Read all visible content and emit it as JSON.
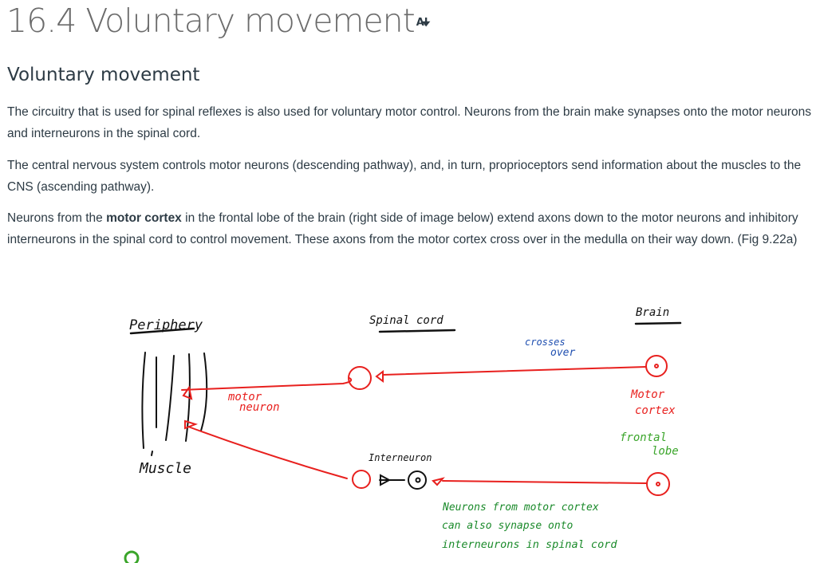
{
  "page_title": "16.4 Voluntary movement",
  "title_icon": "text-size-icon",
  "section_heading": "Voluntary movement",
  "paragraphs": {
    "p1": "The circuitry that is used for spinal reflexes is also used for voluntary motor control. Neurons from the brain make synapses onto the motor neurons and interneurons in the spinal cord.",
    "p2": "The central nervous system controls motor neurons (descending pathway), and, in turn, proprioceptors send information about the muscles to the CNS (ascending pathway).",
    "p3_pre": "Neurons from the ",
    "p3_bold": "motor cortex",
    "p3_post": " in the frontal lobe of the brain (right side of image below) extend axons down to the motor neurons and inhibitory interneurons in the spinal cord to control movement. These axons from the motor cortex cross over in the medulla on their way down. (Fig 9.22a)"
  },
  "diagram": {
    "periphery": "Periphery",
    "spinal_cord": "Spinal cord",
    "brain": "Brain",
    "muscle": "Muscle",
    "motor_neuron_1": "motor",
    "motor_neuron_2": "neuron",
    "crosses_1": "crosses",
    "crosses_2": "over",
    "motor_cortex_1": "Motor",
    "motor_cortex_2": "cortex",
    "frontal_1": "frontal",
    "frontal_2": "lobe",
    "interneuron": "Interneuron",
    "note_1": "Neurons from motor cortex",
    "note_2": "can also synapse onto",
    "note_3": "interneurons in spinal cord",
    "colors": {
      "red": "#e8201e",
      "green": "#1a8a2a",
      "blue": "#1f4fb0",
      "black": "#111111"
    }
  }
}
